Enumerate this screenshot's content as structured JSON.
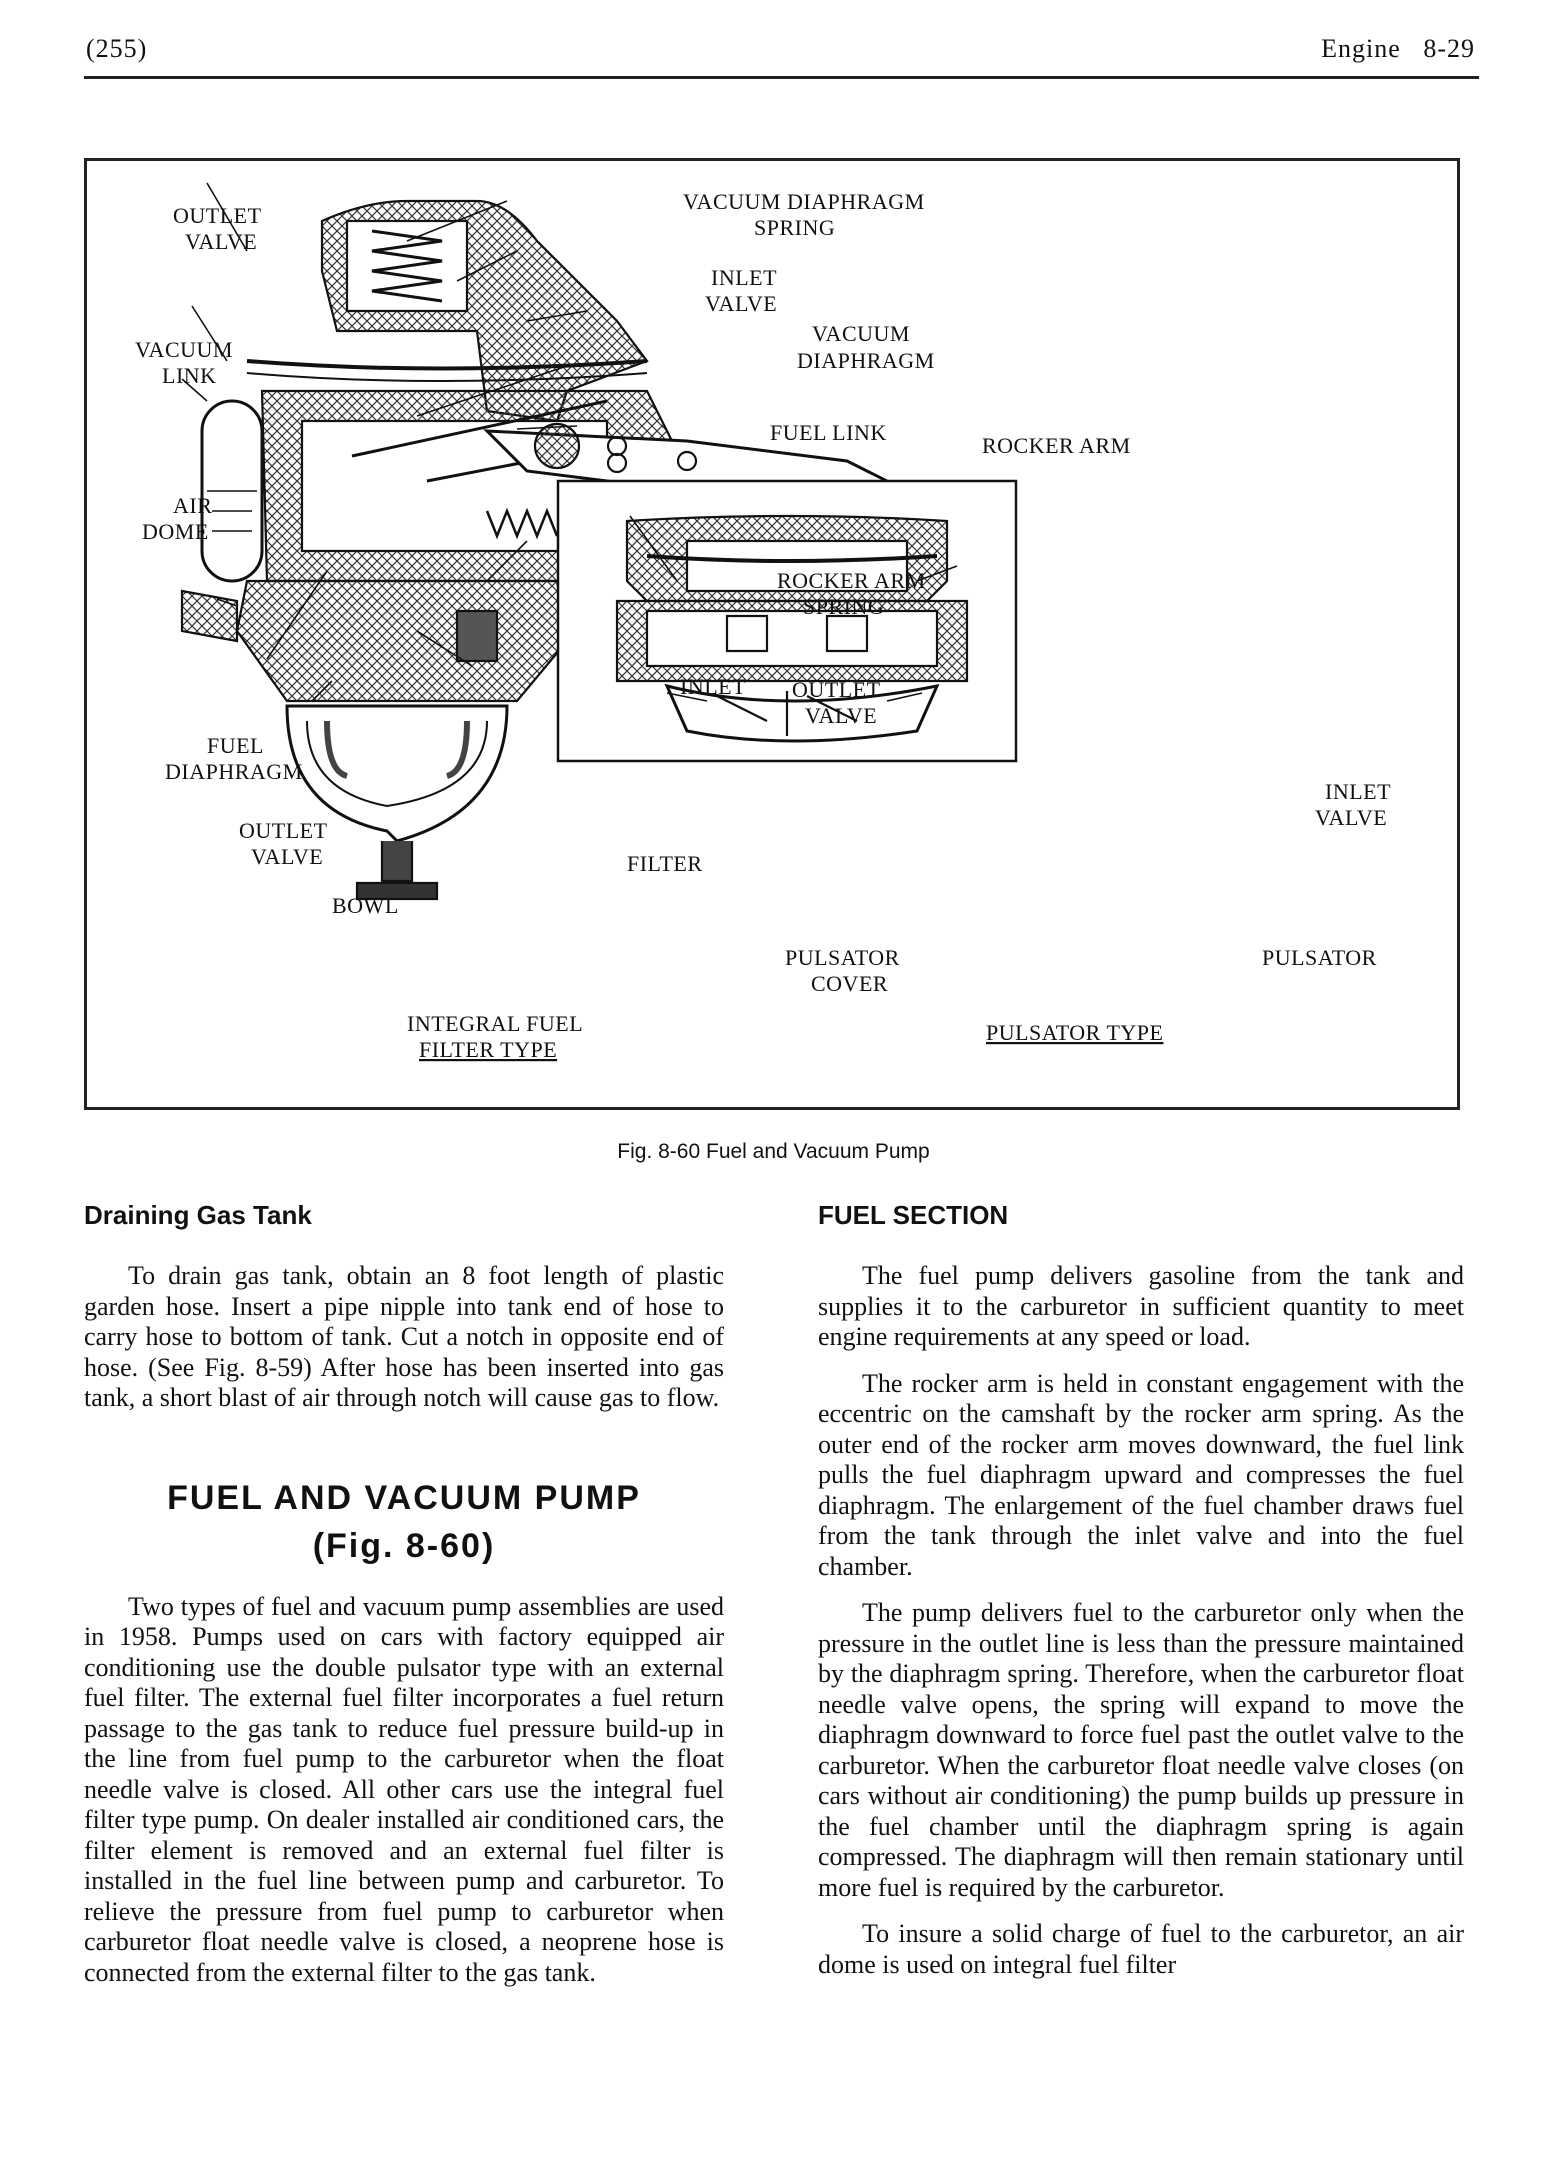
{
  "header": {
    "page_number": "(255)",
    "section": "Engine",
    "page_ref": "8-29"
  },
  "figure": {
    "labels": {
      "outlet_valve_top": "OUTLET",
      "outlet_valve_top_2": "VALVE",
      "vacuum_diaphragm_spring": "VACUUM DIAPHRAGM",
      "vacuum_diaphragm_spring_2": "SPRING",
      "inlet_valve_top": "INLET",
      "inlet_valve_top_2": "VALVE",
      "vacuum_link": "VACUUM",
      "vacuum_link_2": "LINK",
      "vacuum_diaphragm": "VACUUM",
      "vacuum_diaphragm_2": "DIAPHRAGM",
      "fuel_link": "FUEL LINK",
      "rocker_arm": "ROCKER ARM",
      "air_dome": "AIR",
      "air_dome_2": "DOME",
      "rocker_arm_spring": "ROCKER ARM",
      "rocker_arm_spring_2": "SPRING",
      "inlet": "INLET",
      "fuel_diaphragm": "FUEL",
      "fuel_diaphragm_2": "DIAPHRAGM",
      "outlet_valve_low": "OUTLET",
      "outlet_valve_low_2": "VALVE",
      "filter": "FILTER",
      "bowl": "BOWL",
      "integral_type": "INTEGRAL FUEL",
      "integral_type_2": "FILTER TYPE",
      "pulsator_outlet": "OUTLET",
      "pulsator_outlet_2": "VALVE",
      "pulsator_inlet": "INLET",
      "pulsator_inlet_2": "VALVE",
      "pulsator_cover": "PULSATOR",
      "pulsator_cover_2": "COVER",
      "pulsator": "PULSATOR",
      "pulsator_type": "PULSATOR TYPE"
    },
    "caption": "Fig. 8-60  Fuel and Vacuum Pump"
  },
  "left_column": {
    "subhead": "Draining Gas Tank",
    "para1": "To drain gas tank, obtain an 8 foot length of plastic garden hose. Insert a pipe nipple into tank end of hose to carry hose to bottom of tank. Cut a notch in opposite end of hose. (See Fig. 8-59) After hose has been inserted into gas tank, a short blast of air through notch will cause gas to flow.",
    "heading_line1": "FUEL AND VACUUM PUMP",
    "heading_line2": "(Fig. 8-60)",
    "para2": "Two types of fuel and vacuum pump assemblies are used in 1958. Pumps used on cars with factory equipped air conditioning use the double pulsator type with an external fuel filter. The external fuel filter incorporates a fuel return passage to the gas tank to reduce fuel pressure build-up in the line from fuel pump to the carburetor when the float needle valve is closed. All other cars use the integral fuel filter type pump. On dealer installed air conditioned cars, the filter element is removed and an external fuel filter is installed in the fuel line between pump and carburetor. To relieve the pressure from fuel pump to carburetor when carburetor float needle valve is closed, a neoprene hose is connected from the external filter to the gas tank."
  },
  "right_column": {
    "subhead": "FUEL SECTION",
    "para1": "The fuel pump delivers gasoline from the tank and supplies it to the carburetor in sufficient quantity to meet engine requirements at any speed or load.",
    "para2": "The rocker arm is held in constant engagement with the eccentric on the camshaft by the rocker arm spring. As the outer end of the rocker arm moves downward, the fuel link pulls the fuel diaphragm upward and compresses the fuel diaphragm. The enlargement of the fuel chamber draws fuel from the tank through the inlet valve and into the fuel chamber.",
    "para3": "The pump delivers fuel to the carburetor only when the pressure in the outlet line is less than the pressure maintained by the diaphragm spring. Therefore, when the carburetor float needle valve opens, the spring will expand to move the diaphragm downward to force fuel past the outlet valve to the carburetor. When the carburetor float needle valve closes (on cars without air conditioning) the pump builds up pressure in the fuel chamber until the diaphragm spring is again compressed. The diaphragm will then remain stationary until more fuel is required by the carburetor.",
    "para4": "To insure a solid charge of fuel to the carburetor, an air dome is used on integral fuel filter"
  }
}
